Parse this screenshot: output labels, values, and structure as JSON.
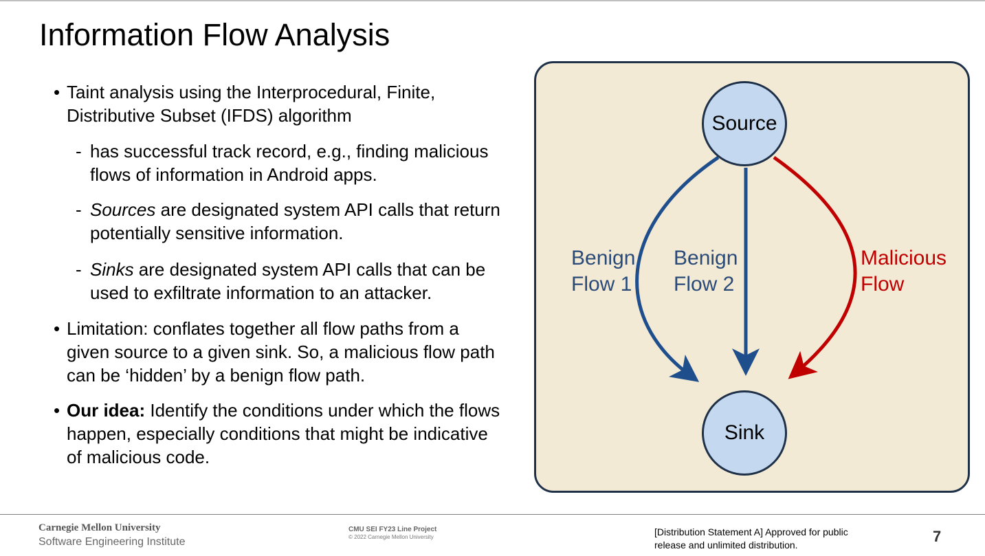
{
  "slide": {
    "title": "Information Flow Analysis",
    "page_number": "7"
  },
  "bullets": {
    "b1": "Taint analysis using the Interprocedural, Finite, Distributive  Subset (IFDS) algorithm",
    "s1": "has successful track record, e.g., finding malicious flows of information in Android apps.",
    "s2_em": "Sources",
    "s2_rest": " are designated system API calls that return potentially sensitive information.",
    "s3_em": "Sinks",
    "s3_rest": " are designated system API calls that can be used to exfiltrate information to an attacker.",
    "b2": "Limitation: conflates together all flow paths from a given source to a given sink.  So, a malicious flow path can be ‘hidden’ by a benign flow path.",
    "b3_strong": "Our idea:",
    "b3_rest": " Identify the conditions under which the flows happen, especially conditions that might be indicative of malicious code."
  },
  "diagram": {
    "source_label": "Source",
    "sink_label": "Sink",
    "flow1_line1": "Benign",
    "flow1_line2": "Flow 1",
    "flow2_line1": "Benign",
    "flow2_line2": "Flow 2",
    "flow3_line1": "Malicious",
    "flow3_line2": "Flow",
    "colors": {
      "benign": "#1f4e8c",
      "malicious": "#c00000",
      "node_fill": "#c4d8ef",
      "panel_fill": "#f3ead5"
    }
  },
  "footer": {
    "org": "Carnegie Mellon University",
    "institute": "Software Engineering Institute",
    "project": "CMU SEI FY23 Line Project",
    "copyright": "© 2022 Carnegie Mellon University",
    "distribution": "[Distribution Statement A] Approved for public release and unlimited distribution."
  }
}
